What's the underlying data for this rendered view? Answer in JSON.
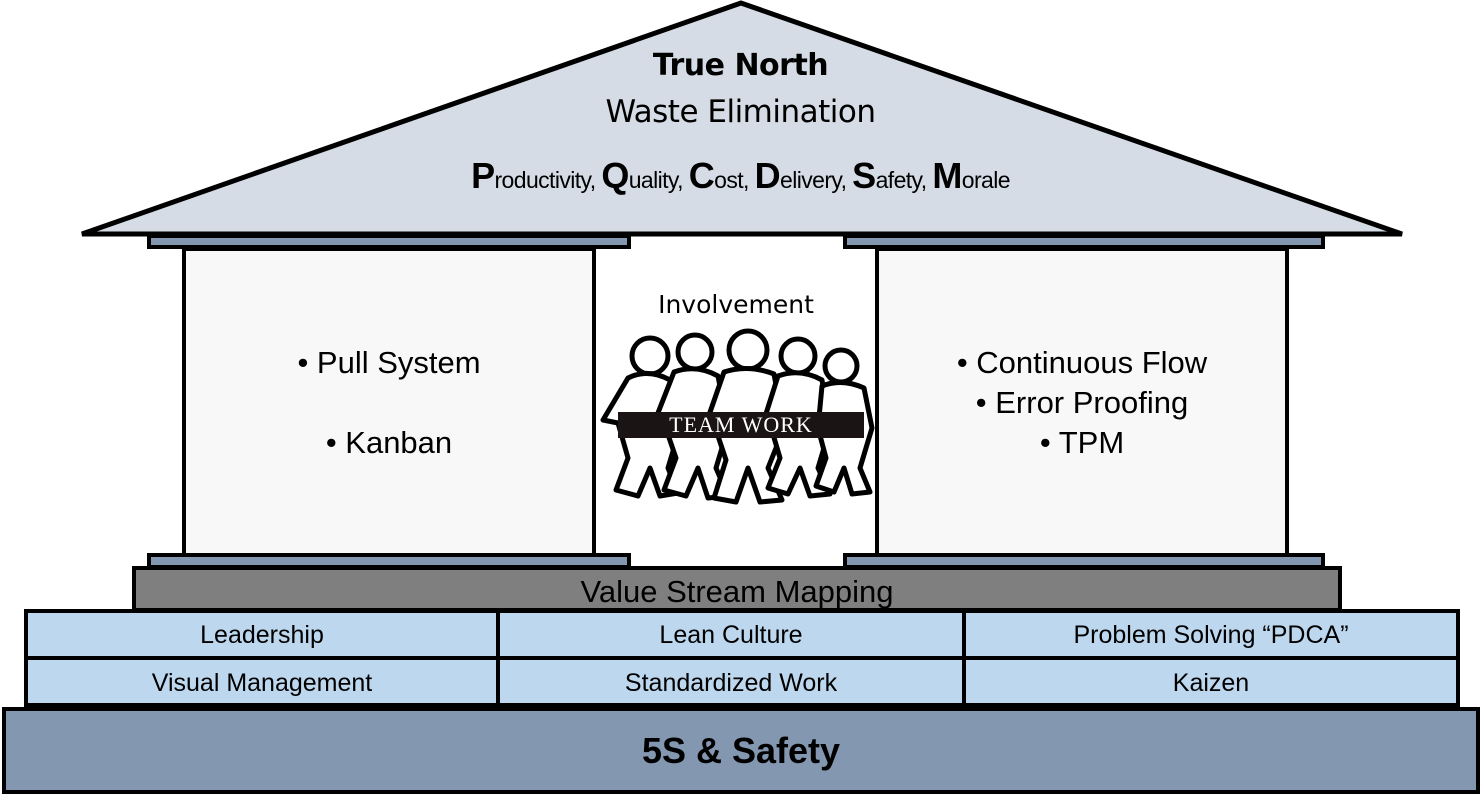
{
  "roof": {
    "title": "True North",
    "subtitle": "Waste Elimination",
    "goals": [
      {
        "initial": "P",
        "rest": "roductivity",
        "sep": ", "
      },
      {
        "initial": "Q",
        "rest": "uality",
        "sep": ", "
      },
      {
        "initial": "C",
        "rest": "ost",
        "sep": ", "
      },
      {
        "initial": "D",
        "rest": "elivery",
        "sep": ", "
      },
      {
        "initial": "S",
        "rest": "afety",
        "sep": ", "
      },
      {
        "initial": "M",
        "rest": "orale",
        "sep": ""
      }
    ]
  },
  "left_pillar": {
    "items": [
      "• Pull System",
      "• Kanban"
    ]
  },
  "center": {
    "label": "Involvement",
    "banner": "TEAM WORK"
  },
  "right_pillar": {
    "items": [
      "• Continuous Flow",
      "• Error Proofing",
      "• TPM"
    ]
  },
  "value_stream": {
    "label": "Value Stream Mapping"
  },
  "foundation": {
    "rows": [
      [
        "Leadership",
        "Lean Culture",
        "Problem Solving “PDCA”"
      ],
      [
        "Visual Management",
        "Standardized Work",
        "Kaizen"
      ]
    ]
  },
  "base": {
    "label": "5S & Safety"
  },
  "colors": {
    "roof_fill": "#d6dce5",
    "beam_fill": "#8497b0",
    "pillar_fill": "#f8f8f8",
    "vsm_fill": "#7f7f7f",
    "foundation_fill": "#bdd7ee",
    "base_fill": "#8497b0"
  }
}
